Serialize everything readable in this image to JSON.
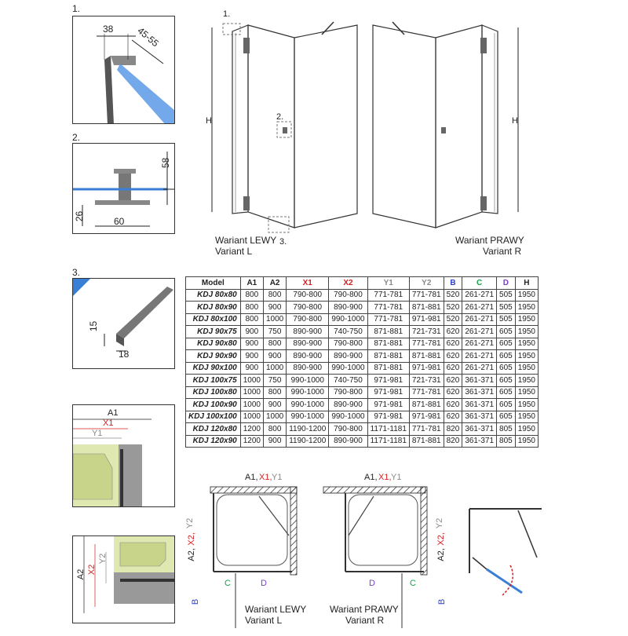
{
  "details": {
    "d1": {
      "num": "1.",
      "w": "38",
      "d": "45-55"
    },
    "d2": {
      "num": "2.",
      "h1": "58",
      "h2": "26",
      "w": "60"
    },
    "d3": {
      "num": "3.",
      "h": "15",
      "w": "18"
    }
  },
  "views": {
    "callout1": "1.",
    "callout2": "2.",
    "callout3": "3.",
    "h_left": "H",
    "h_right": "H",
    "left_title": "Wariant LEWY",
    "left_sub": "Variant L",
    "right_title": "Wariant PRAWY",
    "right_sub": "Variant R"
  },
  "table": {
    "headers": [
      "Model",
      "A1",
      "A2",
      "X1",
      "X2",
      "Y1",
      "Y2",
      "B",
      "C",
      "D",
      "H"
    ],
    "header_colors": [
      "#222",
      "#222",
      "#222",
      "#d42020",
      "#d42020",
      "#8a8a8a",
      "#8a8a8a",
      "#2b3fc8",
      "#16a34a",
      "#7a3fc8",
      "#222"
    ],
    "rows": [
      [
        "KDJ 80x80",
        "800",
        "800",
        "790-800",
        "790-800",
        "771-781",
        "771-781",
        "520",
        "261-271",
        "505",
        "1950"
      ],
      [
        "KDJ 80x90",
        "800",
        "900",
        "790-800",
        "890-900",
        "771-781",
        "871-881",
        "520",
        "261-271",
        "505",
        "1950"
      ],
      [
        "KDJ 80x100",
        "800",
        "1000",
        "790-800",
        "990-1000",
        "771-781",
        "971-981",
        "520",
        "261-271",
        "505",
        "1950"
      ],
      [
        "KDJ 90x75",
        "900",
        "750",
        "890-900",
        "740-750",
        "871-881",
        "721-731",
        "620",
        "261-271",
        "605",
        "1950"
      ],
      [
        "KDJ 90x80",
        "900",
        "800",
        "890-900",
        "790-800",
        "871-881",
        "771-781",
        "620",
        "261-271",
        "605",
        "1950"
      ],
      [
        "KDJ 90x90",
        "900",
        "900",
        "890-900",
        "890-900",
        "871-881",
        "871-881",
        "620",
        "261-271",
        "605",
        "1950"
      ],
      [
        "KDJ 90x100",
        "900",
        "1000",
        "890-900",
        "990-1000",
        "871-881",
        "971-981",
        "620",
        "261-271",
        "605",
        "1950"
      ],
      [
        "KDJ 100x75",
        "1000",
        "750",
        "990-1000",
        "740-750",
        "971-981",
        "721-731",
        "620",
        "361-371",
        "605",
        "1950"
      ],
      [
        "KDJ 100x80",
        "1000",
        "800",
        "990-1000",
        "790-800",
        "971-981",
        "771-781",
        "620",
        "361-371",
        "605",
        "1950"
      ],
      [
        "KDJ 100x90",
        "1000",
        "900",
        "990-1000",
        "890-900",
        "971-981",
        "871-881",
        "620",
        "361-371",
        "605",
        "1950"
      ],
      [
        "KDJ 100x100",
        "1000",
        "1000",
        "990-1000",
        "990-1000",
        "971-981",
        "971-981",
        "620",
        "361-371",
        "605",
        "1950"
      ],
      [
        "KDJ 120x80",
        "1200",
        "800",
        "1190-1200",
        "790-800",
        "1171-1181",
        "771-781",
        "820",
        "361-371",
        "805",
        "1950"
      ],
      [
        "KDJ 120x90",
        "1200",
        "900",
        "1190-1200",
        "890-900",
        "1171-1181",
        "871-881",
        "820",
        "361-371",
        "805",
        "1950"
      ]
    ]
  },
  "dims": {
    "a1": "A1",
    "x1": "X1",
    "y1": "Y1",
    "a2": "A2",
    "x2": "X2",
    "y2": "Y2",
    "b": "B",
    "c": "C",
    "d": "D",
    "plan_top_a1": "A1,",
    "plan_top_x1": "X1,",
    "plan_top_y1": "Y1",
    "plan_side_a2": "A2,",
    "plan_side_x2": "X2,",
    "plan_side_y2": "Y2",
    "plan_left_title": "Wariant LEWY",
    "plan_left_sub": "Variant L",
    "plan_right_title": "Wariant PRAWY",
    "plan_right_sub": "Variant R"
  },
  "colors": {
    "glass_blue": "#3a7fd6",
    "wall_green": "#dfe8b0",
    "red": "#d42020",
    "gray": "#8a8a8a",
    "blue": "#2b3fc8"
  }
}
